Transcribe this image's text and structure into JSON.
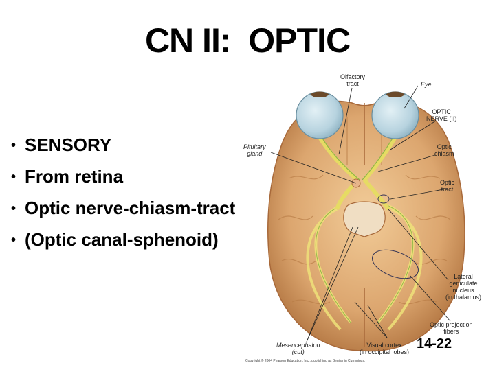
{
  "slide": {
    "title": "CN II:  OPTIC",
    "bullets": [
      "SENSORY",
      "From retina",
      "Optic nerve-chiasm-tract",
      "(Optic canal-sphenoid)"
    ],
    "slide_number": "14-22"
  },
  "figure": {
    "labels": {
      "olfactory_tract": "Olfactory\ntract",
      "eye": "Eye",
      "optic_nerve": "OPTIC\nNERVE (II)",
      "optic_chiasm": "Optic\nchiasm",
      "pituitary_gland": "Pituitary\ngland",
      "optic_tract": "Optic\ntract",
      "lateral_geniculate": "Lateral\ngeniculate\nnucleus\n(in thalamus)",
      "optic_projection": "Optic projection\nfibers",
      "mesencephalon": "Mesencephalon\n(cut)",
      "visual_cortex": "Visual cortex\n(in occipital lobes)"
    },
    "copyright": "Copyright © 2004 Pearson Education, Inc., publishing as Benjamin Cummings.",
    "colors": {
      "brain": "#d9a06a",
      "brain_light": "#f0c995",
      "brain_shadow": "#a8693a",
      "eye": "#bcd6e2",
      "nerve": "#e8e070",
      "nerve_green": "#9cc24a",
      "midbrain": "#efdcc0"
    }
  }
}
